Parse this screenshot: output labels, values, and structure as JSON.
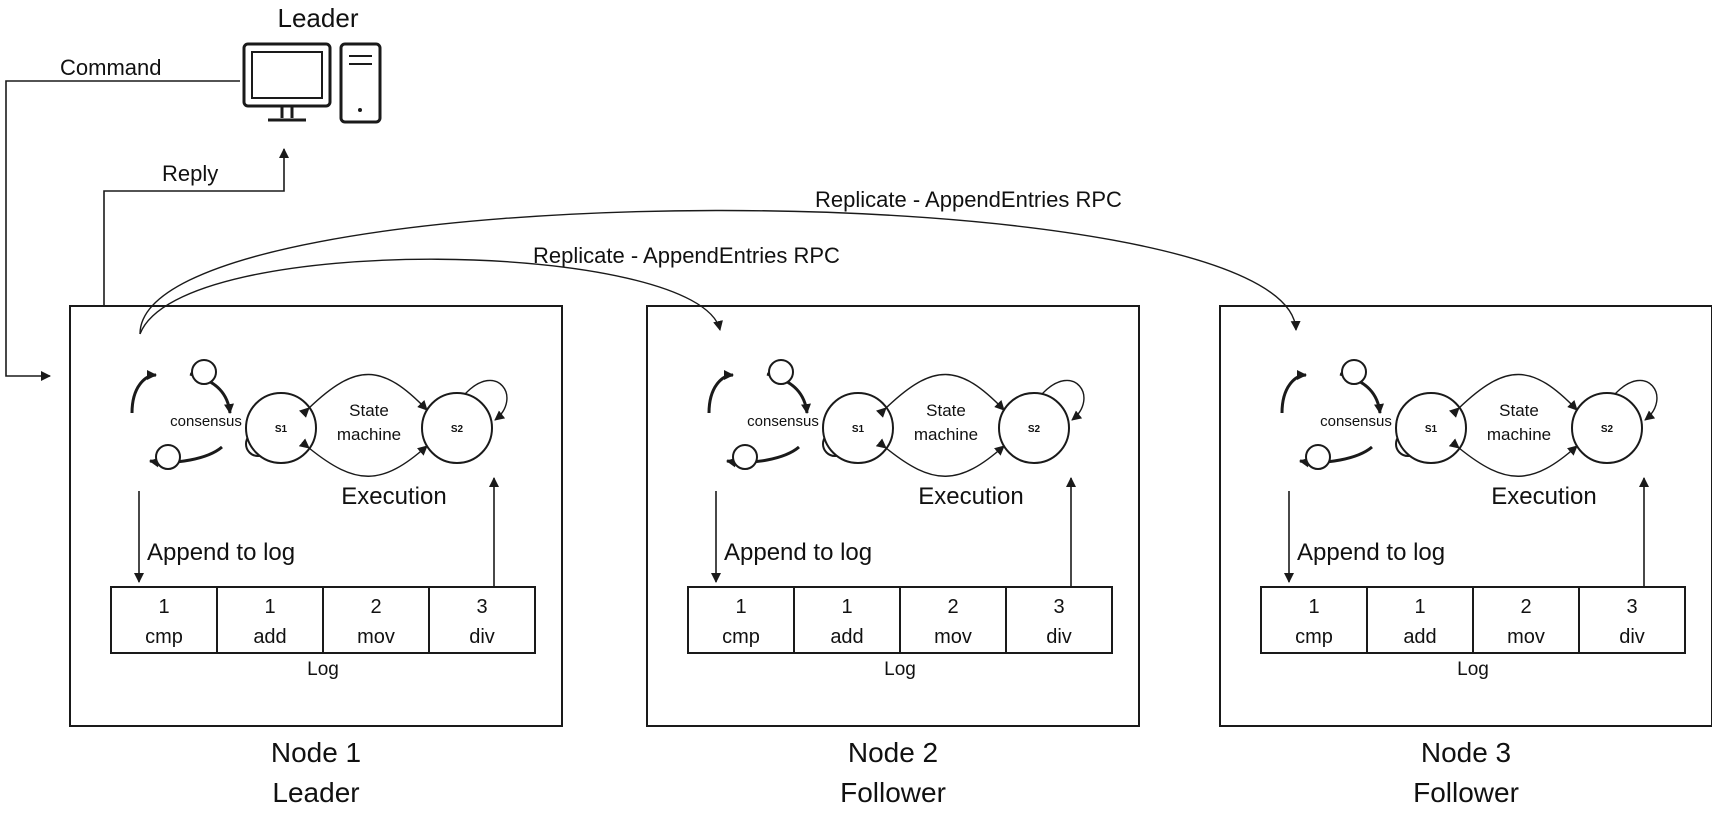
{
  "client": {
    "title": "Leader",
    "icon": "desktop-computer-icon",
    "command_label": "Command",
    "reply_label": "Reply"
  },
  "replicate_labels": [
    "Replicate - AppendEntries RPC",
    "Replicate - AppendEntries RPC"
  ],
  "nodes": [
    {
      "name": "Node 1",
      "role": "Leader",
      "consensus_label": "consensus",
      "state_machine_label": "State\nmachine",
      "state_labels": [
        "S1",
        "S2"
      ],
      "execution_label": "Execution",
      "append_label": "Append to log",
      "log_label": "Log",
      "log": [
        {
          "term": "1",
          "op": "cmp"
        },
        {
          "term": "1",
          "op": "add"
        },
        {
          "term": "2",
          "op": "mov"
        },
        {
          "term": "3",
          "op": "div"
        }
      ]
    },
    {
      "name": "Node 2",
      "role": "Follower",
      "consensus_label": "consensus",
      "state_machine_label": "State\nmachine",
      "state_labels": [
        "S1",
        "S2"
      ],
      "execution_label": "Execution",
      "append_label": "Append to log",
      "log_label": "Log",
      "log": [
        {
          "term": "1",
          "op": "cmp"
        },
        {
          "term": "1",
          "op": "add"
        },
        {
          "term": "2",
          "op": "mov"
        },
        {
          "term": "3",
          "op": "div"
        }
      ]
    },
    {
      "name": "Node 3",
      "role": "Follower",
      "consensus_label": "consensus",
      "state_machine_label": "State\nmachine",
      "state_labels": [
        "S1",
        "S2"
      ],
      "execution_label": "Execution",
      "append_label": "Append to log",
      "log_label": "Log",
      "log": [
        {
          "term": "1",
          "op": "cmp"
        },
        {
          "term": "1",
          "op": "add"
        },
        {
          "term": "2",
          "op": "mov"
        },
        {
          "term": "3",
          "op": "div"
        }
      ]
    }
  ]
}
